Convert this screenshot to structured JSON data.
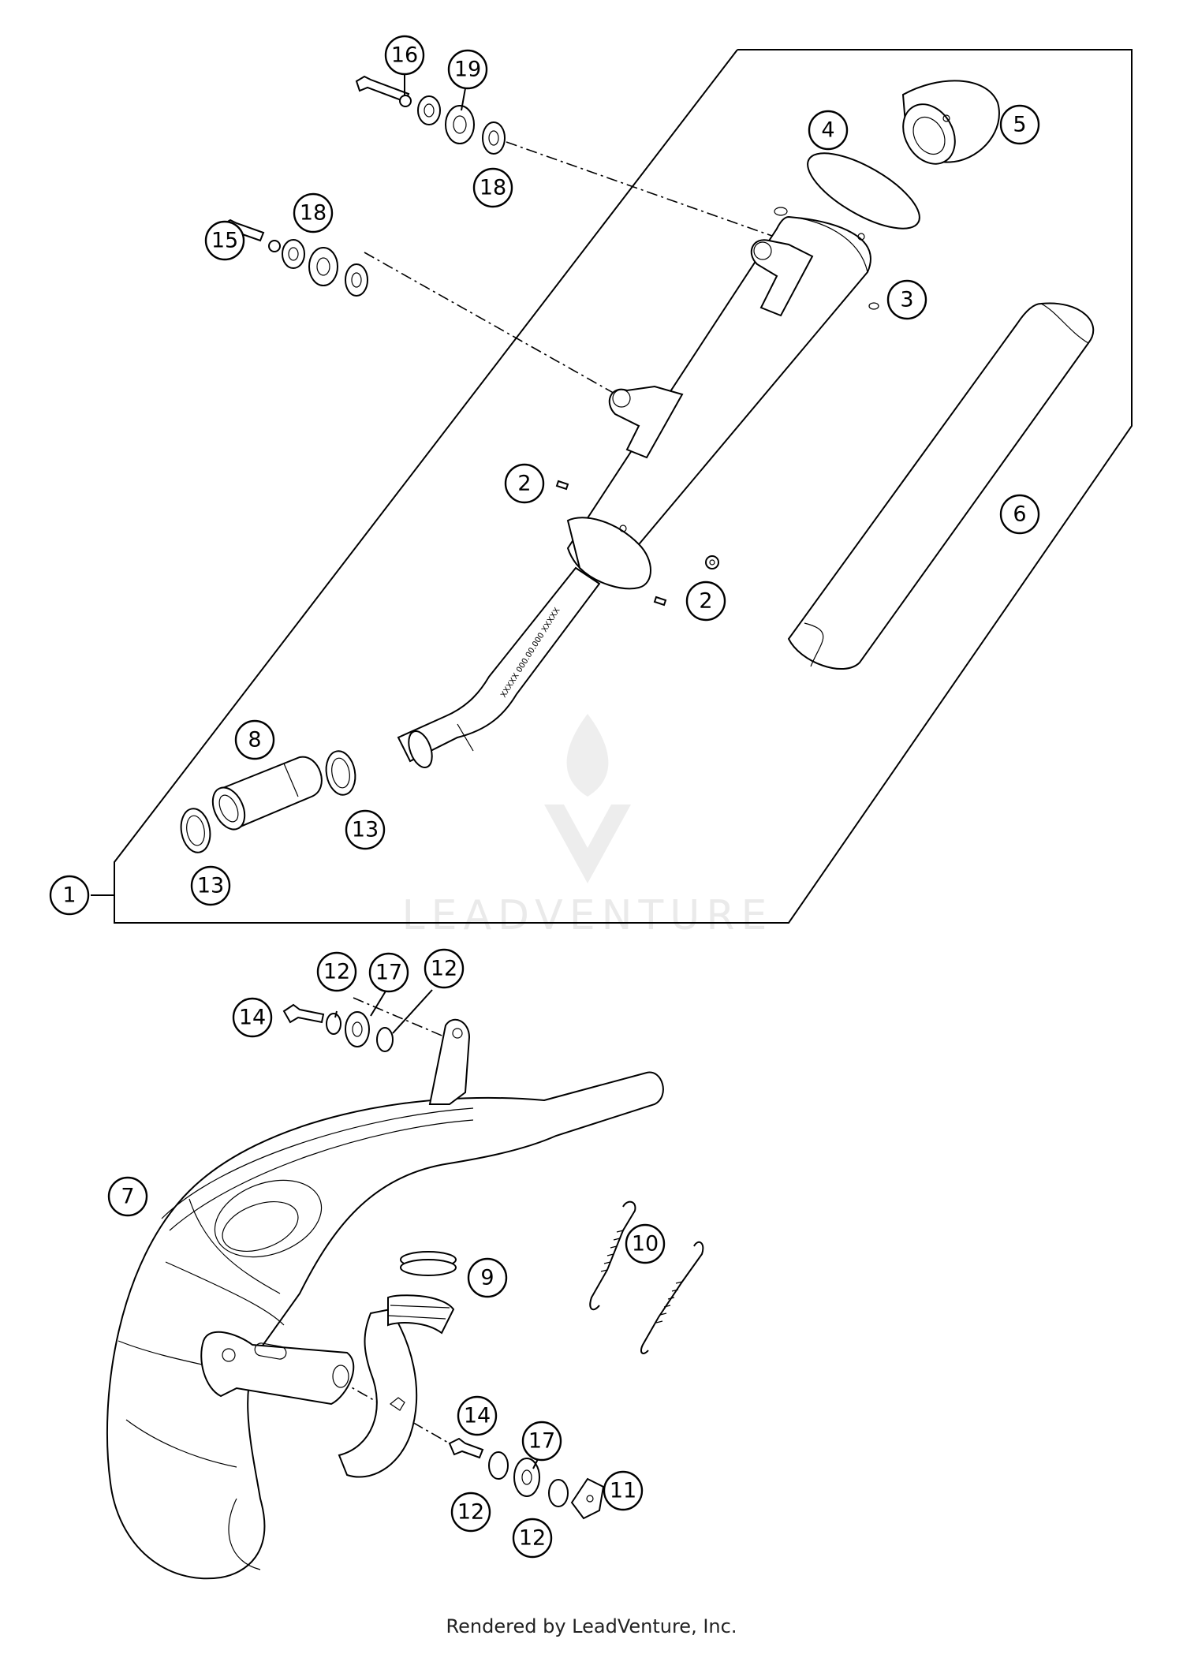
{
  "watermark": {
    "text": "LEADVENTURE"
  },
  "footer": {
    "text": "Rendered by LeadVenture, Inc."
  },
  "callouts": {
    "c1": "1",
    "c2a": "2",
    "c2b": "2",
    "c3": "3",
    "c4": "4",
    "c5": "5",
    "c6": "6",
    "c7": "7",
    "c8": "8",
    "c9": "9",
    "c10": "10",
    "c11": "11",
    "c12a": "12",
    "c12b": "12",
    "c12c": "12",
    "c12d": "12",
    "c13a": "13",
    "c13b": "13",
    "c14a": "14",
    "c14b": "14",
    "c15": "15",
    "c16": "16",
    "c17a": "17",
    "c17b": "17",
    "c18a": "18",
    "c18b": "18",
    "c19": "19"
  },
  "pipe_marking": {
    "text": "XXXXX 000.00.000 XXXXX"
  }
}
